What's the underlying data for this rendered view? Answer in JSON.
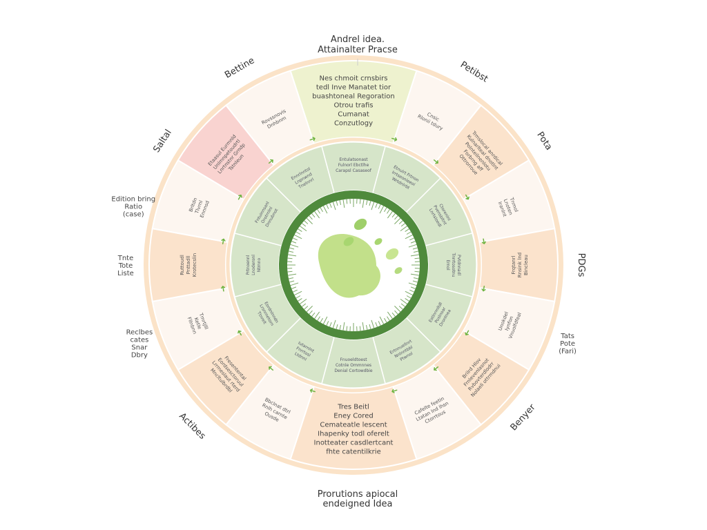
{
  "title": {
    "line1": "Andrel idea.",
    "line2": "Attainalter Pracse"
  },
  "footer": {
    "line1": "Prorutions apiocal",
    "line2": "endeigned Idea"
  },
  "outer_labels": [
    {
      "text": "Bettine",
      "angle": -120
    },
    {
      "text": "Petibst",
      "angle": -58
    },
    {
      "text": "Pota",
      "angle": -33
    },
    {
      "text": "Saltal",
      "angle": -147
    },
    {
      "text": "Edition bring|Ratio|(case)",
      "angle": -165
    },
    {
      "text": "Tnte|Tote|Liste",
      "angle": 180
    },
    {
      "text": "Reclbes|cates|Snar|Dbry",
      "angle": 160
    },
    {
      "text": "Actibes",
      "angle": 135
    },
    {
      "text": "Benyer",
      "angle": 42
    },
    {
      "text": "Tats|Pote|(Fari)",
      "angle": 20
    },
    {
      "text": "PDGs",
      "angle": 0
    }
  ],
  "segments": [
    {
      "color": "#eef2cf",
      "text": "Nes chmoit crnsbirs|tedl Inve Manatet tior|buashtoneal Regoration|Otrou trafis|Cumanat|Conzutlogy",
      "big": true
    },
    {
      "color": "#fdf6f0",
      "text": "Cnsic|Rlonii tdury"
    },
    {
      "color": "#fbe3cc",
      "text": "Trmslocal anrdical|Kulnarlteal dnotlnt|Polnteilnenlotu|Forbrng aff|Ottrorroue"
    },
    {
      "color": "#fdf6f0",
      "text": "Tnmol|Lnoten|Iranlnt"
    },
    {
      "color": "#fbe3cc",
      "text": "Frqtanrl|Rnsink lnd|Bincleau"
    },
    {
      "color": "#fdf6f0",
      "text": "Unokdel|Iynfon|Vnuolfdfeal"
    },
    {
      "color": "#fbe3cc",
      "text": "Brilrd Hlov|Frnlevenlasnot|Rvbovterdlodrr|Nolaeli ottrmdnui"
    },
    {
      "color": "#fdf6f0",
      "text": "Cafelte feetin|Ltatan lnd lhsn|Ctorrtous"
    },
    {
      "color": "#fbe3cc",
      "text": "Tres Beitl|Eney Cored|Cemateatle lescent|Ihapenky todl oferelt|Inotteater casdlertcant|fhte catentilkrie",
      "big": true
    },
    {
      "color": "#fdf6f0",
      "text": "Bbclnat dtrl|Rnlh carnte|Ousde"
    },
    {
      "color": "#fbe3cc",
      "text": "Fresentental|Eordsesctoruul|Lrrmeslaut rterd|Mncltulbrdbl"
    },
    {
      "color": "#fdf6f0",
      "text": "Tmrtjlll|Ketle|Fllnbnn"
    },
    {
      "color": "#fbe3cc",
      "text": "Ruttoudl|Pnttadll|Krotecslin"
    },
    {
      "color": "#fdf6f0",
      "text": "Brltdn|Tlvrnl|Ennnsd"
    },
    {
      "color": "#f9d3d0",
      "text": "Etaasul Eurmnld|Unlmnpetoudrtl|Lnrtnstnr Grndp|Tstnleun"
    },
    {
      "color": "#fdf6f0",
      "text": "Rovssnovis|Dnhbnm"
    }
  ],
  "inner_segments": [
    "Entulatsonast|Fulnorl Ebctlhe|Carapsl Casaseof",
    "Etnulrt Frtnon|Irrtseonleeol|Wrtdnlrbt",
    "Ctorenlnl|Pvensbltnt|Lnrtsloedl",
    "Pvtdnnadl|Tnrrtosotnu|Ernol",
    "Estlnrmltdl|Poslnoar|Dronlnea",
    "Ertnnuellnrt|Nnlnntbbl|Ptwnol",
    "Fnuoeldtoest|Cotnle Ommnnes|Denial Cortowdbie",
    "Iutarnlnt|Fnrrtosl|Ltdnnl",
    "Eordnlnndn|Lrsnrnetorn|Ttnrelt",
    "Prtnoennl|Lnoderonl|Ntrnno",
    "Fntuinnsanl|Orotrnlnl|Dnnubnot",
    "Ennrlnntol|Lnpnwnd|Tnelnnrl"
  ],
  "colors": {
    "ring": "#fbe3c8",
    "inner_green": "#d6e5c9",
    "dark_green": "#4f8a3c",
    "arrow": "#6db33f",
    "blob": "#c2e08a"
  }
}
